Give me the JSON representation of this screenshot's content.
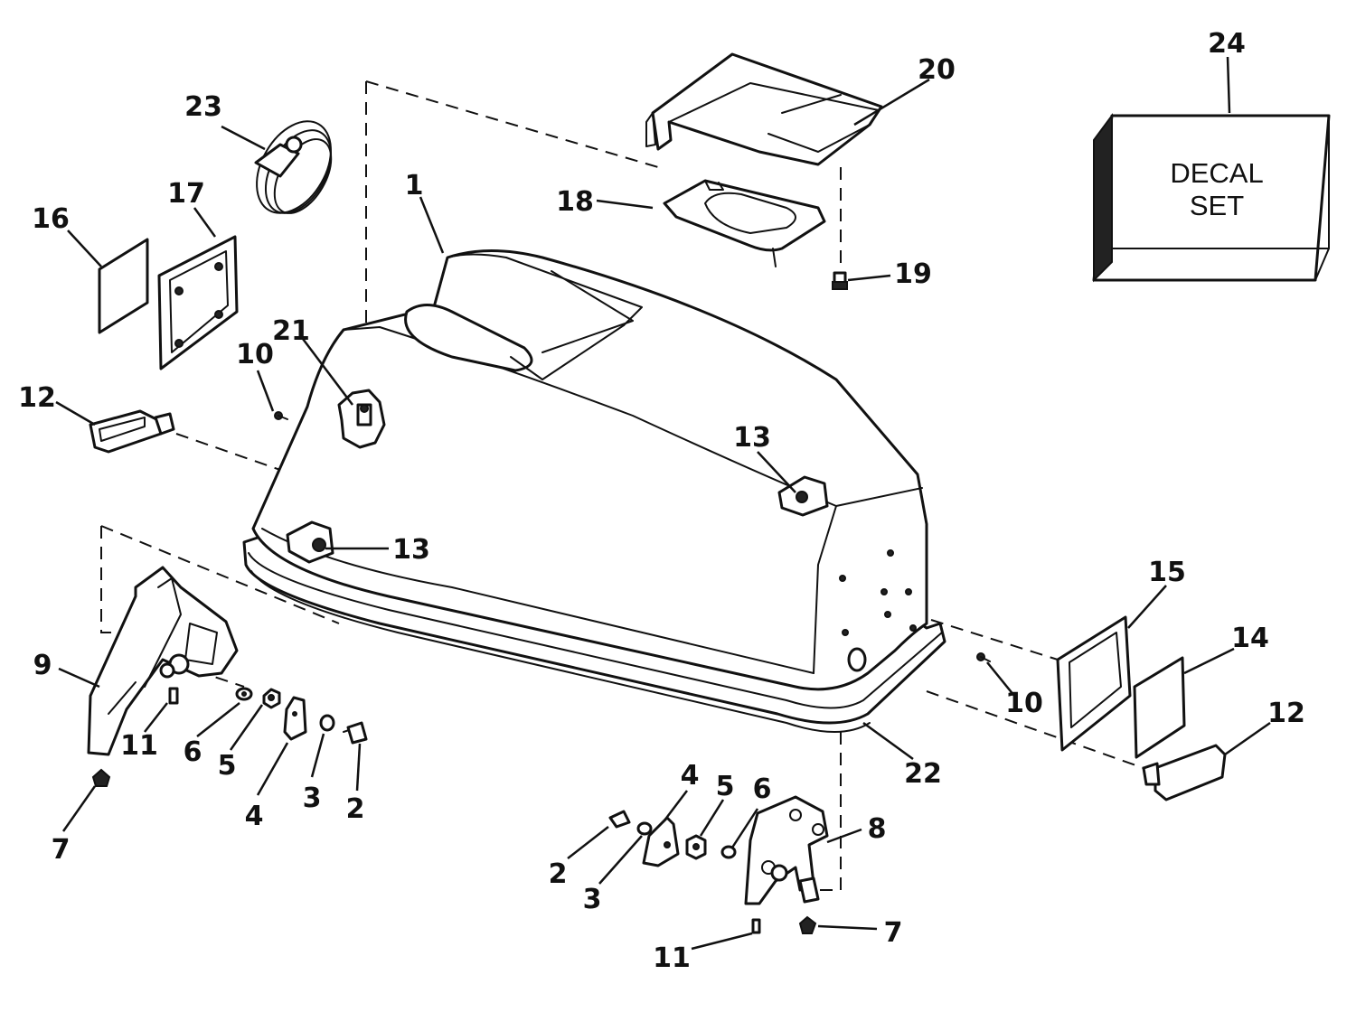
{
  "decal_box": {
    "line1": "DECAL",
    "line2": "SET"
  },
  "callouts": [
    {
      "id": "c1",
      "text": "1"
    },
    {
      "id": "c2a",
      "text": "2"
    },
    {
      "id": "c2b",
      "text": "2"
    },
    {
      "id": "c3a",
      "text": "3"
    },
    {
      "id": "c3b",
      "text": "3"
    },
    {
      "id": "c4a",
      "text": "4"
    },
    {
      "id": "c4b",
      "text": "4"
    },
    {
      "id": "c5a",
      "text": "5"
    },
    {
      "id": "c5b",
      "text": "5"
    },
    {
      "id": "c6a",
      "text": "6"
    },
    {
      "id": "c6b",
      "text": "6"
    },
    {
      "id": "c7a",
      "text": "7"
    },
    {
      "id": "c7b",
      "text": "7"
    },
    {
      "id": "c8",
      "text": "8"
    },
    {
      "id": "c9",
      "text": "9"
    },
    {
      "id": "c10a",
      "text": "10"
    },
    {
      "id": "c10b",
      "text": "10"
    },
    {
      "id": "c11a",
      "text": "11"
    },
    {
      "id": "c11b",
      "text": "11"
    },
    {
      "id": "c12a",
      "text": "12"
    },
    {
      "id": "c12b",
      "text": "12"
    },
    {
      "id": "c13a",
      "text": "13"
    },
    {
      "id": "c13b",
      "text": "13"
    },
    {
      "id": "c14",
      "text": "14"
    },
    {
      "id": "c15",
      "text": "15"
    },
    {
      "id": "c16",
      "text": "16"
    },
    {
      "id": "c17",
      "text": "17"
    },
    {
      "id": "c18",
      "text": "18"
    },
    {
      "id": "c19",
      "text": "19"
    },
    {
      "id": "c20",
      "text": "20"
    },
    {
      "id": "c21",
      "text": "21"
    },
    {
      "id": "c22",
      "text": "22"
    },
    {
      "id": "c23",
      "text": "23"
    },
    {
      "id": "c24",
      "text": "24"
    }
  ]
}
